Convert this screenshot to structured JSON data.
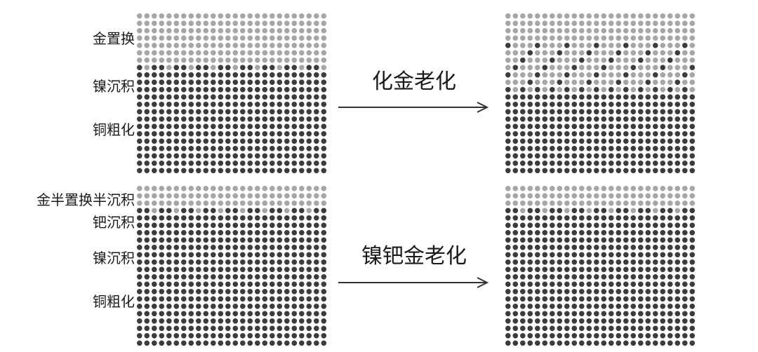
{
  "colors": {
    "gold": "#a6a6a6",
    "nickel_copper": "#3c3c3c"
  },
  "top": {
    "labels": [
      "金置换",
      "镍沉积",
      "铜粗化"
    ],
    "process": "化金老化"
  },
  "bottom": {
    "labels": [
      "金半置换半沉积",
      "钯沉积",
      "镍沉积",
      "铜粗化"
    ],
    "process": "镍钯金老化"
  }
}
